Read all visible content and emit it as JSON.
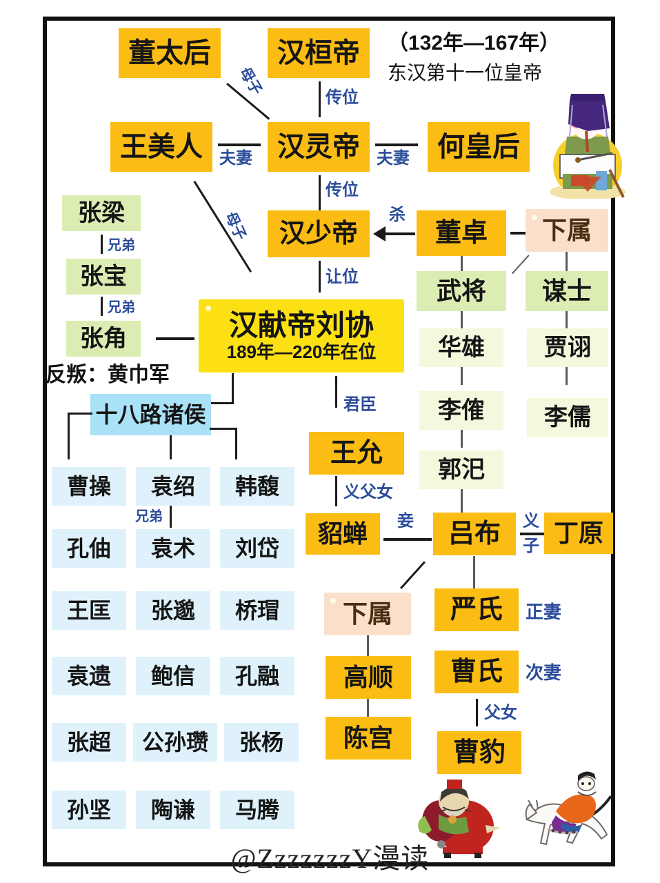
{
  "header": {
    "reign_years": "（132年—167年）",
    "subtitle": "东汉第十一位皇帝"
  },
  "watermark": "@ZzzzzzzY漫读",
  "notes": {
    "rebellion": "反叛：黄巾军"
  },
  "colors": {
    "gold": "#FBBC14",
    "bright_yellow": "#FCE013",
    "green": "#DCEDB4",
    "pale_green": "#F5F8DC",
    "blue": "#A9E1F7",
    "pale_blue": "#DFF2FB",
    "peach": "#FAE0CA",
    "relation_text": "#2B4C9B",
    "border": "#111111"
  },
  "nodes": {
    "dong_taihou": "董太后",
    "han_huandi": "汉桓帝",
    "wang_meiren": "王美人",
    "han_lingdi": "汉灵帝",
    "he_huanghou": "何皇后",
    "han_shaodi": "汉少帝",
    "dong_zhuo": "董卓",
    "subordinate_dz": "下属",
    "wujiang": "武将",
    "moushi": "谋士",
    "hua_xiong": "华雄",
    "jia_xu": "贾诩",
    "li_jue": "李傕",
    "li_ru": "李儒",
    "guo_si": "郭汜",
    "zhang_liang": "张梁",
    "zhang_bao": "张宝",
    "zhang_jue": "张角",
    "xiandi_title": "汉献帝刘协",
    "xiandi_reign": "189年—220年在位",
    "eighteen_lords": "十八路诸侯",
    "wang_yun": "王允",
    "diao_chan": "貂蝉",
    "lv_bu": "吕布",
    "ding_yuan": "丁原",
    "subordinate_lb": "下属",
    "gao_shun": "高顺",
    "chen_gong": "陈宫",
    "yan_shi": "严氏",
    "cao_shi": "曹氏",
    "cao_bao": "曹豹"
  },
  "lords": [
    "曹操",
    "袁绍",
    "韩馥",
    "孔伷",
    "袁术",
    "刘岱",
    "王匡",
    "张邈",
    "桥瑁",
    "袁遗",
    "鲍信",
    "孔融",
    "张超",
    "公孙瓒",
    "张杨",
    "孙坚",
    "陶谦",
    "马腾"
  ],
  "relations": {
    "mother_son_1": "母子",
    "abdicate_1": "传位",
    "couple_1": "夫妻",
    "couple_2": "夫妻",
    "abdicate_2": "传位",
    "mother_son_2": "母子",
    "kill": "杀",
    "yield_throne": "让位",
    "brothers_1": "兄弟",
    "brothers_2": "兄弟",
    "ruler_minister": "君臣",
    "adoptive_father_daughter": "义父女",
    "concubine": "妾",
    "adopted_son_top": "义",
    "adopted_son_bottom": "子",
    "brothers_yuan": "兄弟",
    "main_wife": "正妻",
    "second_wife": "次妻",
    "father_daughter": "父女"
  }
}
